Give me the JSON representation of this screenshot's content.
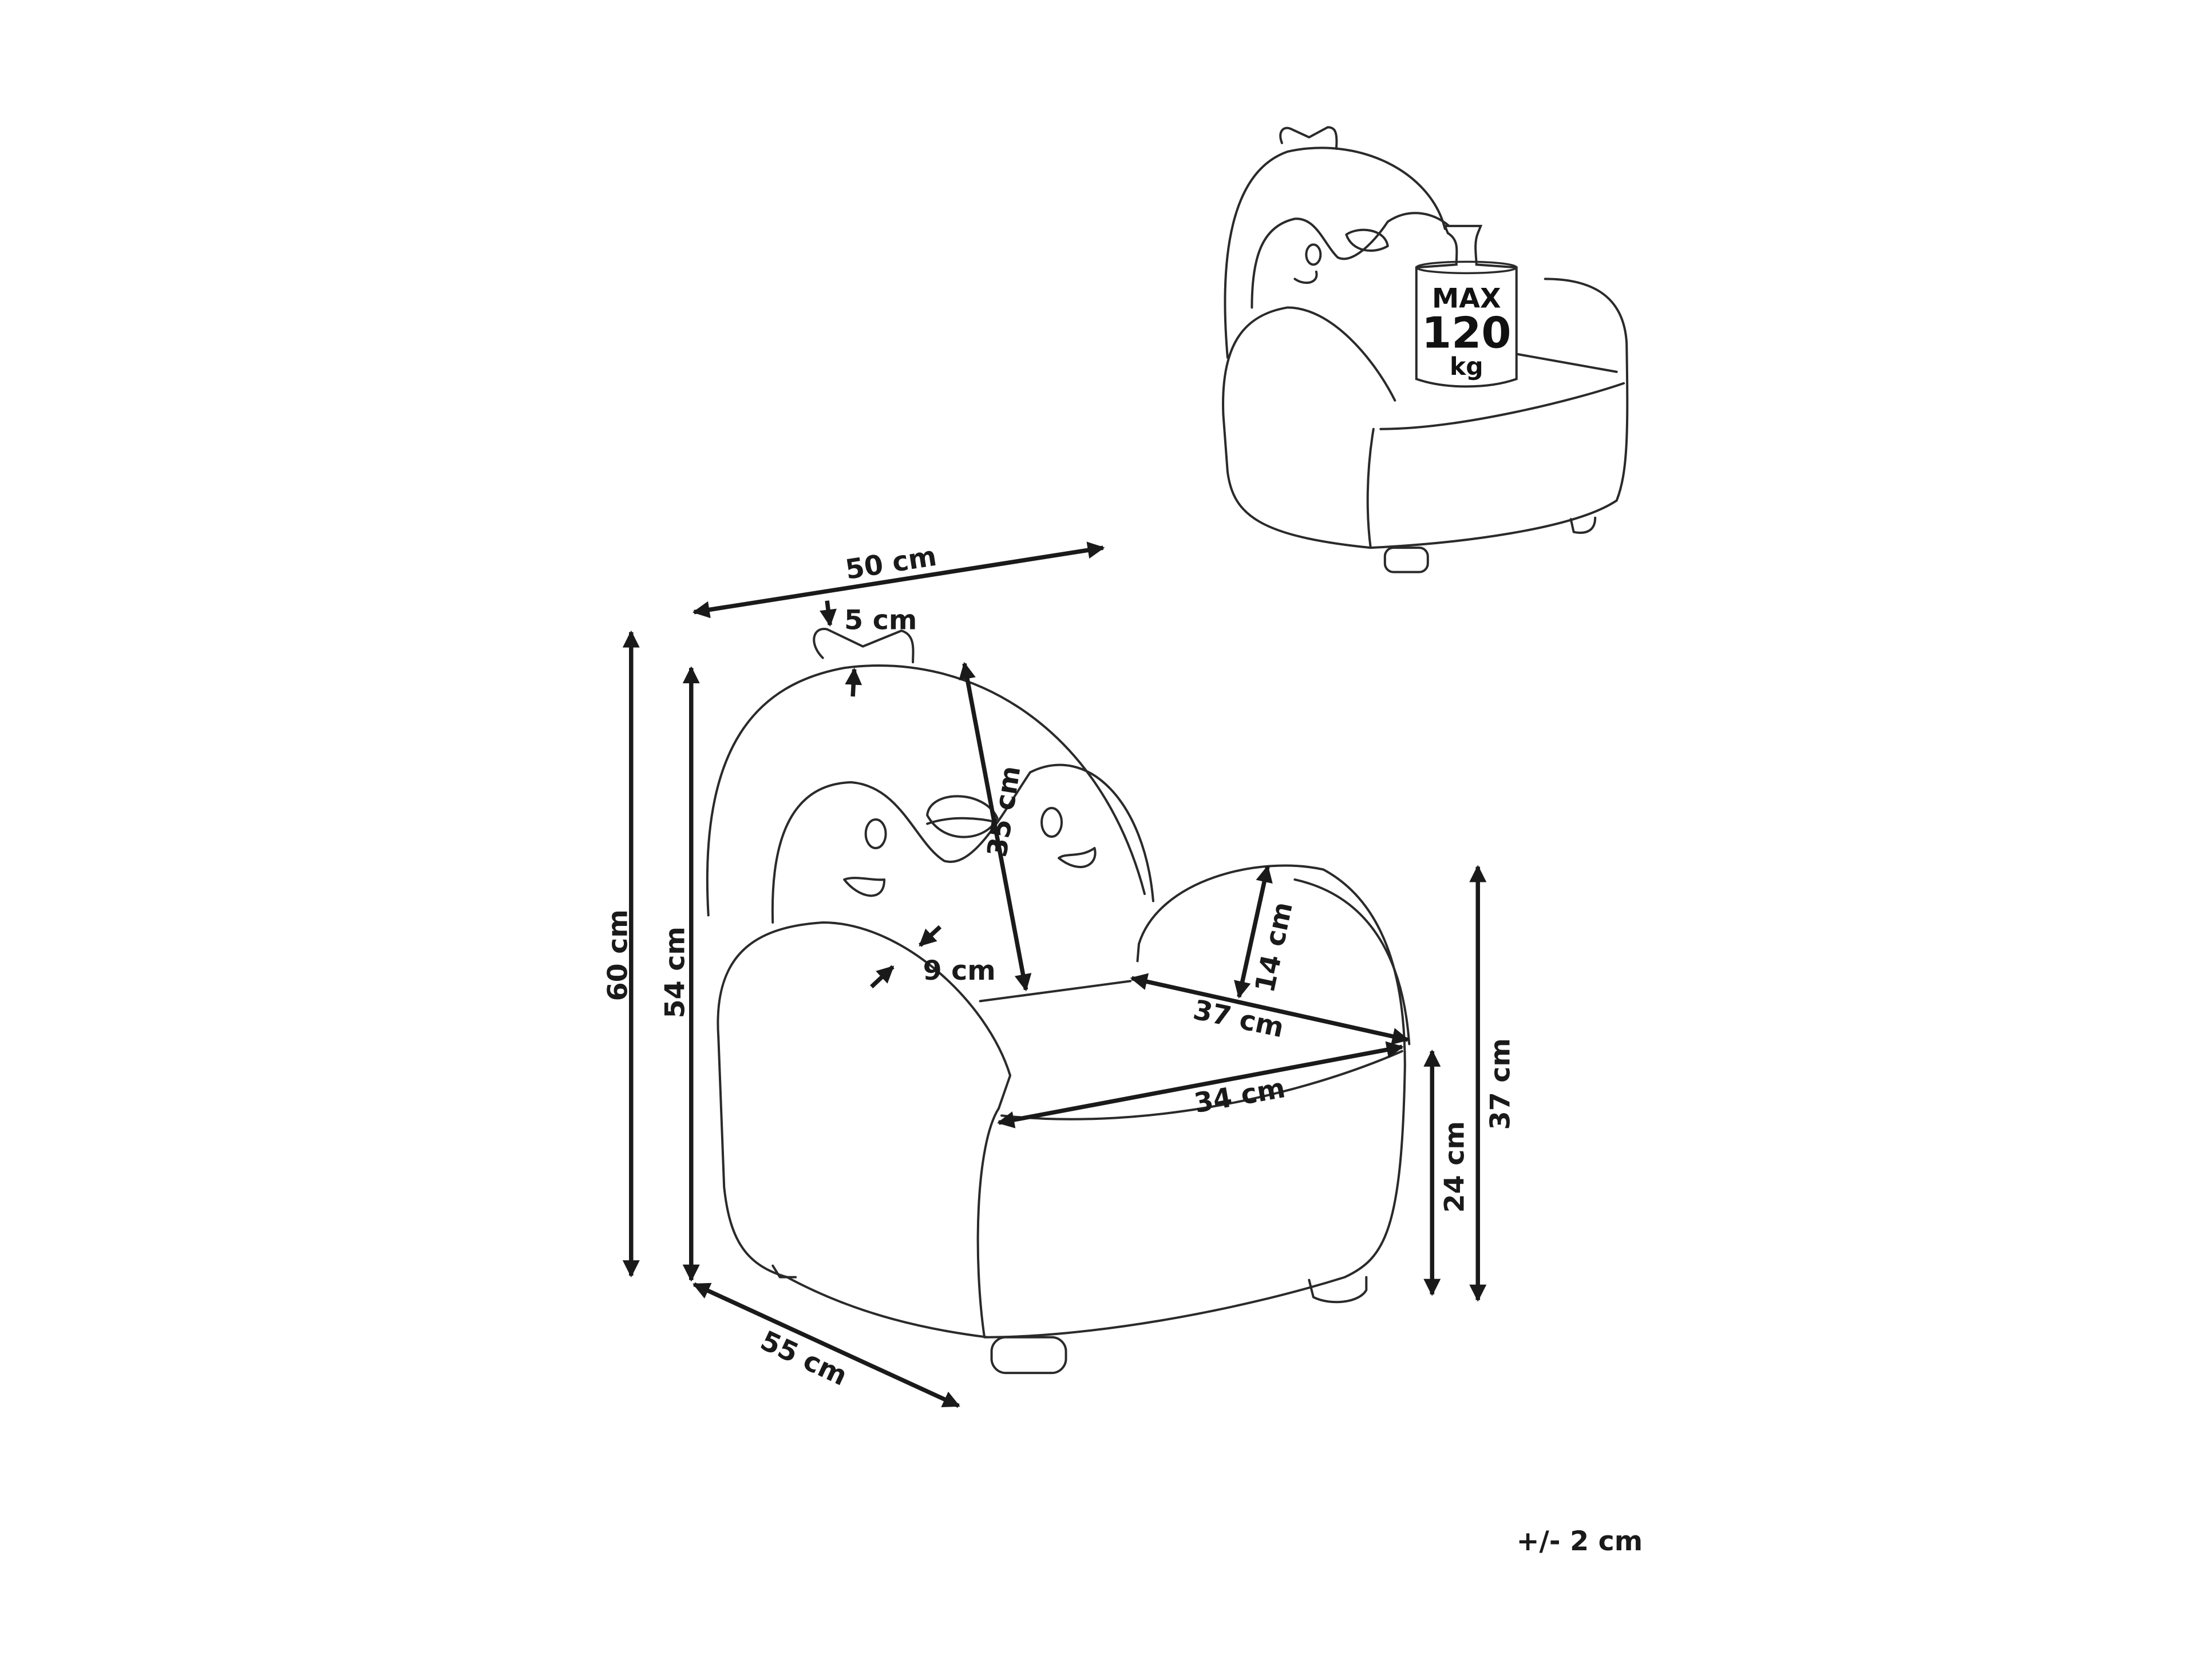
{
  "title": "Kids armchair penguin dimensions",
  "max_load": {
    "line1": "MAX",
    "line2": "120",
    "line3": "kg"
  },
  "dimensions": {
    "width": "50 cm",
    "crest": "5 cm",
    "total_height": "60 cm",
    "back_height": "54 cm",
    "backrest": "35 cm",
    "armrest_width": "9 cm",
    "armrest_above_seat": "14 cm",
    "seat_depth": "37 cm",
    "seat_width": "34 cm",
    "seat_height": "24 cm",
    "armrest_height": "37 cm",
    "depth": "55 cm"
  },
  "tolerance": "+/- 2 cm"
}
